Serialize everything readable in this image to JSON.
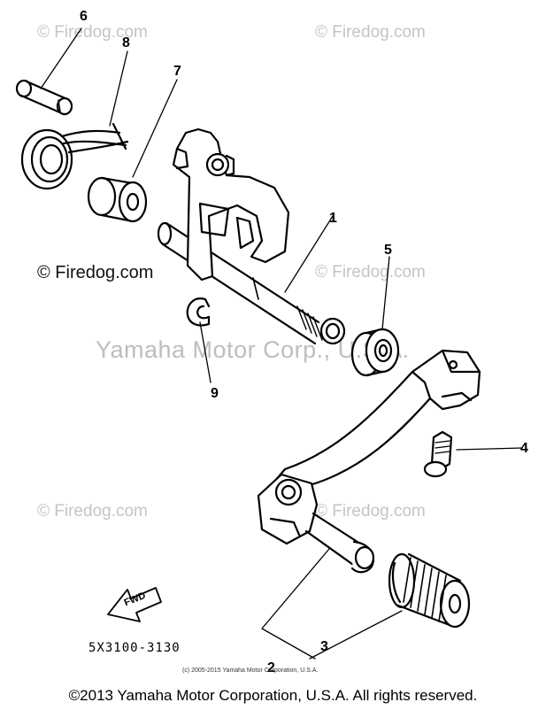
{
  "watermarks": {
    "firedog": "© Firedog.com",
    "center": "Yamaha Motor Corp., U.S.A."
  },
  "callouts": {
    "c1": "1",
    "c2": "2",
    "c3": "3",
    "c4": "4",
    "c5": "5",
    "c6": "6",
    "c7": "7",
    "c8": "8",
    "c9": "9"
  },
  "fwd_label": "FWD",
  "part_code": "5X3100-3130",
  "small_copyright": "(c) 2005-2015 Yamaha Motor Corporation, U.S.A.",
  "footer_copyright": "©2013 Yamaha Motor Corporation, U.S.A. All rights reserved."
}
